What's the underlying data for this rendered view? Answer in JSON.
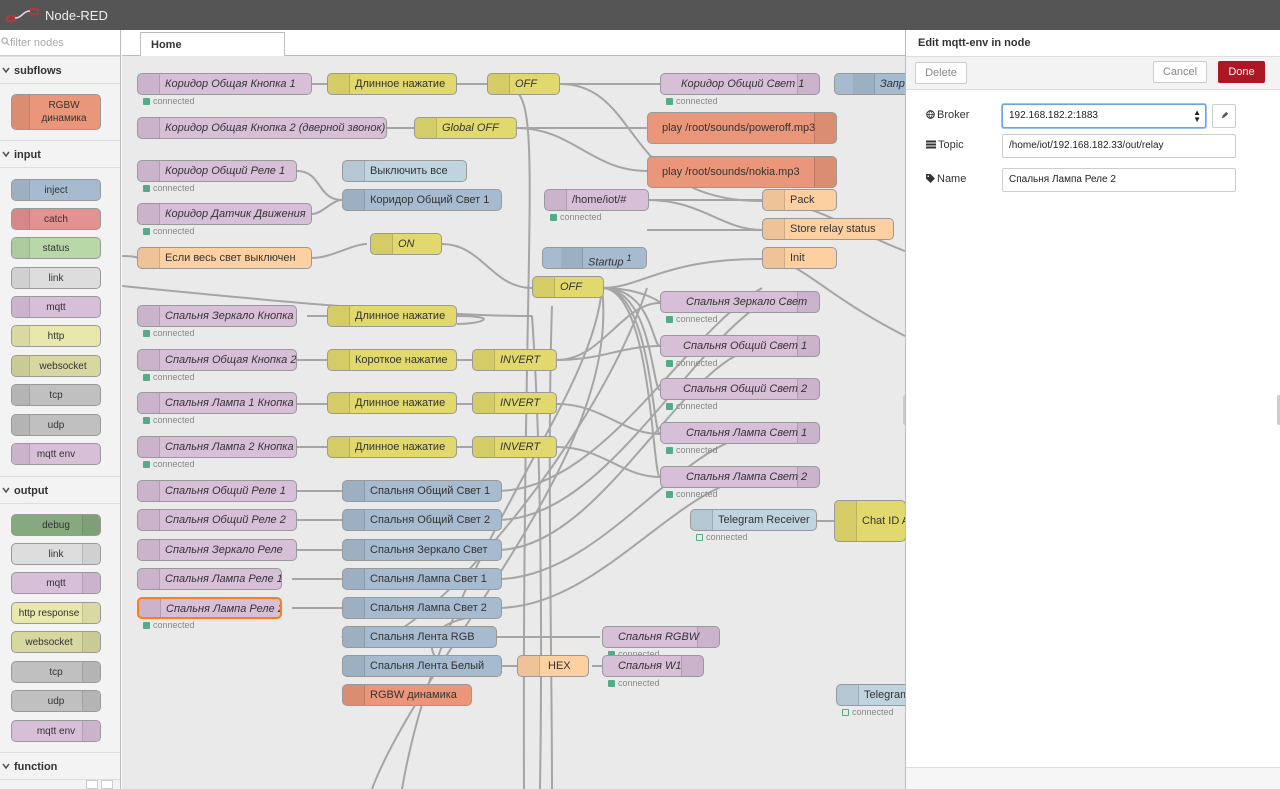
{
  "header": {
    "title": "Node-RED"
  },
  "palette": {
    "filter_placeholder": "filter nodes",
    "categories": {
      "subflows": "subflows",
      "input": "input",
      "output": "output",
      "function": "function"
    },
    "subflow_nodes": [
      "RGBW динамика"
    ],
    "input_nodes": [
      "inject",
      "catch",
      "status",
      "link",
      "mqtt",
      "http",
      "websocket",
      "tcp",
      "udp",
      "mqtt env"
    ],
    "output_nodes": [
      "debug",
      "link",
      "mqtt",
      "http response",
      "websocket",
      "tcp",
      "udp",
      "mqtt env"
    ]
  },
  "workspace": {
    "tab": "Home",
    "status_connected": "connected",
    "nodes": {
      "n1": "Коридор Общая Кнопка 1",
      "n2": "Длинное нажатие",
      "n3": "OFF",
      "n4": "Коридор Общий Свет 1",
      "n5": "Запрос",
      "n6": "Коридор Общая Кнопка 2 (дверной звонок)",
      "n7": "Global OFF",
      "n8": "play /root/sounds/poweroff.mp3",
      "n9": "Коридор Общий Реле 1",
      "n10": "Выключить все",
      "n11": "play /root/sounds/nokia.mp3",
      "n12": "Коридор Датчик Движения",
      "n13": "Коридор Общий Свет 1",
      "n14": "/home/iot/#",
      "n15": "Pack",
      "n16": "Store relay status",
      "n17": "Если весь свет выключен",
      "n18": "ON",
      "n19": "Startup",
      "n19b": "1",
      "n20": "Init",
      "n21": "OFF",
      "n22": "Спальня Зеркало Кнопка",
      "n23": "Длинное нажатие",
      "n24": "Спальня Зеркало Свет",
      "n25": "Спальня Общая Кнопка 2",
      "n26": "Короткое нажатие",
      "n27": "INVERT",
      "n28": "Спальня Общий Свет 1",
      "n29": "Спальня Общий Свет 2",
      "n30": "Спальня Лампа 1 Кнопка",
      "n31": "Длинное нажатие",
      "n32": "INVERT",
      "n33": "Спальня Лампа Свет 1",
      "n34": "Спальня Лампа 2 Кнопка",
      "n35": "Длинное нажатие",
      "n36": "INVERT",
      "n37": "Спальня Лампа Свет 2",
      "n38": "Спальня Общий Реле 1",
      "n39": "Спальня Общий Свет 1",
      "n40": "Telegram Receiver",
      "n41": "Chat ID A",
      "n42": "Спальня Общий Реле 2",
      "n43": "Спальня Общий Свет 2",
      "n44": "Спальня Зеркало Реле",
      "n45": "Спальня Зеркало Свет",
      "n46": "Спальня Лампа Реле 1",
      "n47": "Спальня Лампа Свет 1",
      "n48": "Спальня Лампа Реле 2",
      "n49": "Спальня Лампа Свет 2",
      "n50": "Спальня Лента RGB",
      "n51": "Спальня RGBW",
      "n52": "Спальня Лента Белый",
      "n53": "HEX",
      "n54": "Спальня W1",
      "n55": "RGBW динамика",
      "n56": "Telegram"
    }
  },
  "editor": {
    "title": "Edit mqtt-env in node",
    "delete_label": "Delete",
    "cancel_label": "Cancel",
    "done_label": "Done",
    "broker_label": "Broker",
    "broker_value": "192.168.182.2:1883",
    "topic_label": "Topic",
    "topic_value": "/home/iot/192.168.182.33/out/relay",
    "name_label": "Name",
    "name_value": "Спальня Лампа Реле 2"
  },
  "colors": {
    "header": "#555555",
    "done_button": "#AD1625",
    "mqtt_node": "#d8bfd8",
    "switch_node": "#e2d96e",
    "function_node": "#fdd0a2",
    "exec_node": "#e9967a"
  }
}
